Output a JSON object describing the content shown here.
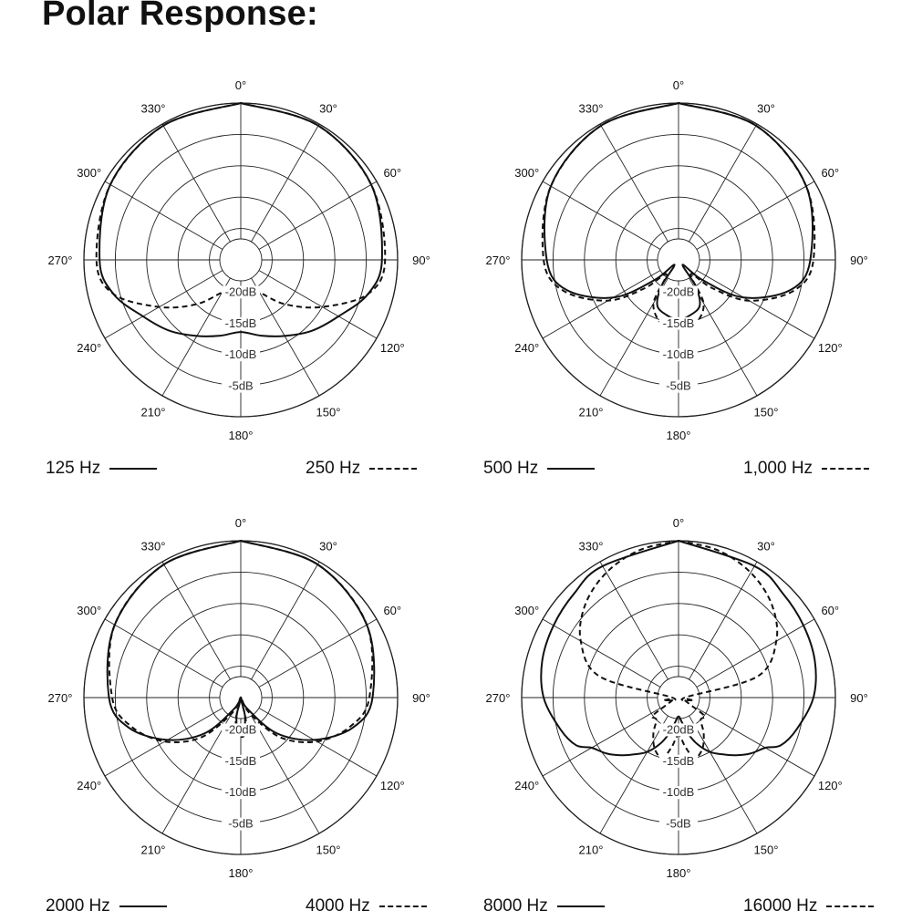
{
  "title": "Polar Response:",
  "angle_labels": [
    "0°",
    "30°",
    "60°",
    "90°",
    "120°",
    "150°",
    "180°",
    "210°",
    "240°",
    "270°",
    "300°",
    "330°"
  ],
  "db_labels": [
    "-20dB",
    "-15dB",
    "-10dB",
    "-5dB"
  ],
  "chart_data": [
    {
      "type": "polar",
      "radial_axis": {
        "min_db": -25,
        "max_db": 0,
        "rings_db": [
          -20,
          -15,
          -10,
          -5,
          0
        ]
      },
      "angle_step_deg": 30,
      "series": [
        {
          "name": "125 Hz",
          "style": "solid",
          "points": [
            [
              0,
              0
            ],
            [
              30,
              -0.3
            ],
            [
              60,
              -1
            ],
            [
              90,
              -2.5
            ],
            [
              105,
              -4
            ],
            [
              120,
              -7
            ],
            [
              135,
              -9
            ],
            [
              150,
              -11
            ],
            [
              165,
              -12.5
            ],
            [
              180,
              -13.5
            ],
            [
              195,
              -12.5
            ],
            [
              210,
              -11
            ],
            [
              225,
              -9
            ],
            [
              240,
              -7
            ],
            [
              255,
              -4
            ],
            [
              270,
              -2.5
            ],
            [
              300,
              -1
            ],
            [
              330,
              -0.3
            ],
            [
              360,
              0
            ]
          ]
        },
        {
          "name": "250 Hz",
          "style": "dashed",
          "points": [
            [
              0,
              0
            ],
            [
              30,
              -0.3
            ],
            [
              60,
              -1
            ],
            [
              90,
              -2
            ],
            [
              105,
              -4
            ],
            [
              120,
              -10
            ],
            [
              135,
              -15
            ],
            [
              150,
              -19
            ],
            [
              162,
              -20
            ],
            [
              170,
              -19.5
            ],
            [
              180,
              -19
            ],
            [
              190,
              -19.5
            ],
            [
              198,
              -20
            ],
            [
              210,
              -19
            ],
            [
              225,
              -15
            ],
            [
              240,
              -10
            ],
            [
              255,
              -4
            ],
            [
              270,
              -2
            ],
            [
              300,
              -1
            ],
            [
              330,
              -0.3
            ],
            [
              360,
              0
            ]
          ]
        }
      ]
    },
    {
      "type": "polar",
      "radial_axis": {
        "min_db": -25,
        "max_db": 0,
        "rings_db": [
          -20,
          -15,
          -10,
          -5,
          0
        ]
      },
      "angle_step_deg": 30,
      "series": [
        {
          "name": "500 Hz",
          "style": "solid",
          "points": [
            [
              0,
              0
            ],
            [
              30,
              -0.3
            ],
            [
              60,
              -1.5
            ],
            [
              90,
              -4
            ],
            [
              105,
              -6.5
            ],
            [
              120,
              -13
            ],
            [
              130,
              -20
            ],
            [
              140,
              -24
            ],
            [
              147,
              -20
            ],
            [
              155,
              -17
            ],
            [
              168,
              -16
            ],
            [
              180,
              -15.5
            ],
            [
              192,
              -16
            ],
            [
              205,
              -17
            ],
            [
              213,
              -20
            ],
            [
              220,
              -24
            ],
            [
              230,
              -20
            ],
            [
              240,
              -13
            ],
            [
              255,
              -6.5
            ],
            [
              270,
              -4
            ],
            [
              300,
              -1.5
            ],
            [
              330,
              -0.3
            ],
            [
              360,
              0
            ]
          ]
        },
        {
          "name": "1,000 Hz",
          "style": "dashed",
          "points": [
            [
              0,
              0
            ],
            [
              30,
              -0.3
            ],
            [
              60,
              -1.5
            ],
            [
              90,
              -3.5
            ],
            [
              105,
              -6
            ],
            [
              120,
              -12
            ],
            [
              130,
              -18
            ],
            [
              140,
              -22
            ],
            [
              150,
              -17
            ],
            [
              165,
              -14.5
            ],
            [
              180,
              -14
            ],
            [
              195,
              -14.5
            ],
            [
              210,
              -17
            ],
            [
              220,
              -22
            ],
            [
              230,
              -18
            ],
            [
              240,
              -12
            ],
            [
              255,
              -6
            ],
            [
              270,
              -3.5
            ],
            [
              300,
              -1.5
            ],
            [
              330,
              -0.3
            ],
            [
              360,
              0
            ]
          ]
        }
      ]
    },
    {
      "type": "polar",
      "radial_axis": {
        "min_db": -25,
        "max_db": 0,
        "rings_db": [
          -20,
          -15,
          -10,
          -5,
          0
        ]
      },
      "angle_step_deg": 30,
      "series": [
        {
          "name": "2000 Hz",
          "style": "solid",
          "points": [
            [
              0,
              0
            ],
            [
              30,
              -0.5
            ],
            [
              60,
              -1.8
            ],
            [
              90,
              -4
            ],
            [
              105,
              -6.5
            ],
            [
              120,
              -11.5
            ],
            [
              135,
              -17
            ],
            [
              150,
              -23
            ],
            [
              160,
              -25
            ],
            [
              167,
              -22
            ],
            [
              175,
              -19.5
            ],
            [
              180,
              -19.2
            ],
            [
              185,
              -19.5
            ],
            [
              193,
              -22
            ],
            [
              200,
              -25
            ],
            [
              210,
              -23
            ],
            [
              225,
              -17
            ],
            [
              240,
              -11.5
            ],
            [
              255,
              -6.5
            ],
            [
              270,
              -4
            ],
            [
              300,
              -1.8
            ],
            [
              330,
              -0.5
            ],
            [
              360,
              0
            ]
          ]
        },
        {
          "name": "4000 Hz",
          "style": "dashed",
          "points": [
            [
              0,
              0
            ],
            [
              30,
              -0.5
            ],
            [
              60,
              -1.8
            ],
            [
              90,
              -4.5
            ],
            [
              105,
              -7
            ],
            [
              120,
              -11
            ],
            [
              135,
              -16
            ],
            [
              150,
              -22
            ],
            [
              160,
              -25
            ],
            [
              167,
              -21.5
            ],
            [
              175,
              -19
            ],
            [
              180,
              -18.8
            ],
            [
              185,
              -19
            ],
            [
              193,
              -21.5
            ],
            [
              200,
              -25
            ],
            [
              210,
              -22
            ],
            [
              225,
              -16
            ],
            [
              240,
              -11
            ],
            [
              255,
              -7
            ],
            [
              270,
              -4.5
            ],
            [
              300,
              -1.8
            ],
            [
              330,
              -0.5
            ],
            [
              360,
              0
            ]
          ]
        }
      ]
    },
    {
      "type": "polar",
      "radial_axis": {
        "min_db": -25,
        "max_db": 0,
        "rings_db": [
          -20,
          -15,
          -10,
          -5,
          0
        ]
      },
      "angle_step_deg": 30,
      "series": [
        {
          "name": "8000 Hz",
          "style": "solid",
          "points": [
            [
              0,
              0
            ],
            [
              30,
              -0.8
            ],
            [
              45,
              -1.5
            ],
            [
              60,
              -2
            ],
            [
              75,
              -2.5
            ],
            [
              90,
              -3.5
            ],
            [
              105,
              -5.5
            ],
            [
              115,
              -7
            ],
            [
              120,
              -9
            ],
            [
              128,
              -10.5
            ],
            [
              135,
              -12
            ],
            [
              142,
              -13.5
            ],
            [
              150,
              -15
            ],
            [
              158,
              -17
            ],
            [
              165,
              -19
            ],
            [
              172,
              -21
            ],
            [
              180,
              -22
            ],
            [
              188,
              -21
            ],
            [
              195,
              -19
            ],
            [
              202,
              -17
            ],
            [
              210,
              -15
            ],
            [
              218,
              -13.5
            ],
            [
              225,
              -12
            ],
            [
              232,
              -10.5
            ],
            [
              240,
              -9
            ],
            [
              245,
              -7
            ],
            [
              255,
              -5.5
            ],
            [
              270,
              -3.5
            ],
            [
              285,
              -2.5
            ],
            [
              300,
              -2
            ],
            [
              315,
              -1.5
            ],
            [
              330,
              -0.8
            ],
            [
              360,
              0
            ]
          ]
        },
        {
          "name": "16000 Hz",
          "style": "dashed",
          "points": [
            [
              0,
              0
            ],
            [
              15,
              -0.7
            ],
            [
              30,
              -2
            ],
            [
              45,
              -4
            ],
            [
              60,
              -7
            ],
            [
              75,
              -12
            ],
            [
              90,
              -24
            ],
            [
              100,
              -22.5
            ],
            [
              110,
              -24
            ],
            [
              125,
              -20
            ],
            [
              135,
              -20
            ],
            [
              145,
              -18
            ],
            [
              155,
              -16
            ],
            [
              165,
              -15
            ],
            [
              172,
              -17
            ],
            [
              180,
              -19
            ],
            [
              188,
              -17
            ],
            [
              195,
              -15
            ],
            [
              205,
              -16
            ],
            [
              215,
              -18
            ],
            [
              225,
              -20
            ],
            [
              235,
              -20
            ],
            [
              250,
              -24
            ],
            [
              260,
              -22.5
            ],
            [
              270,
              -24
            ],
            [
              285,
              -12
            ],
            [
              300,
              -7
            ],
            [
              315,
              -4
            ],
            [
              330,
              -2
            ],
            [
              345,
              -0.7
            ],
            [
              360,
              0
            ]
          ]
        }
      ]
    }
  ]
}
